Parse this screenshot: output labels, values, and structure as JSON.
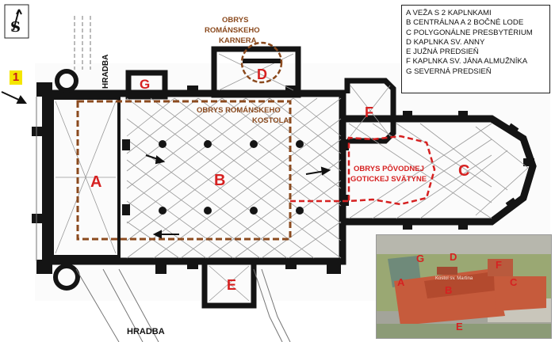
{
  "legend": [
    "A VEŽA S 2 KAPLNKAMI",
    "B CENTRÁLNA A 2 BOČNÉ LODE",
    "C POLYGONÁLNE PRESBYTÉRIUM",
    "D KAPLNKA SV. ANNY",
    "E JUŽNÁ PREDSIEŇ",
    "F KAPLNKA SV. JÁNA ALMUŽNÍKA",
    "G SEVERNÁ PREDSIEŇ"
  ],
  "plan_labels": {
    "A": "A",
    "B": "B",
    "C": "C",
    "D": "D",
    "E": "E",
    "F": "F",
    "G": "G"
  },
  "annotations": {
    "karner_line1": "OBRYS",
    "karner_line2": "ROMÁNSKEHO",
    "karner_line3": "KARNERA",
    "kostol_line1": "OBRYS ROMÁNSKEHO",
    "kostol_line2": "KOSTOLA",
    "svatyna_line1": "OBRYS PÔVODNEJ",
    "svatyna_line2": "GOTICKEJ SVÄTYNE",
    "hradba_top": "HRADBA",
    "hradba_bottom": "HRADBA"
  },
  "marker": "1",
  "photo": {
    "labels": [
      "G",
      "D",
      "F",
      "A",
      "B",
      "C",
      "E"
    ],
    "caption": "Kostol sv. Martina"
  },
  "colors": {
    "wall": "#141414",
    "accent_red": "#d62121",
    "outline_brown": "#8b4a1e",
    "marker_yellow": "#f4e600"
  }
}
